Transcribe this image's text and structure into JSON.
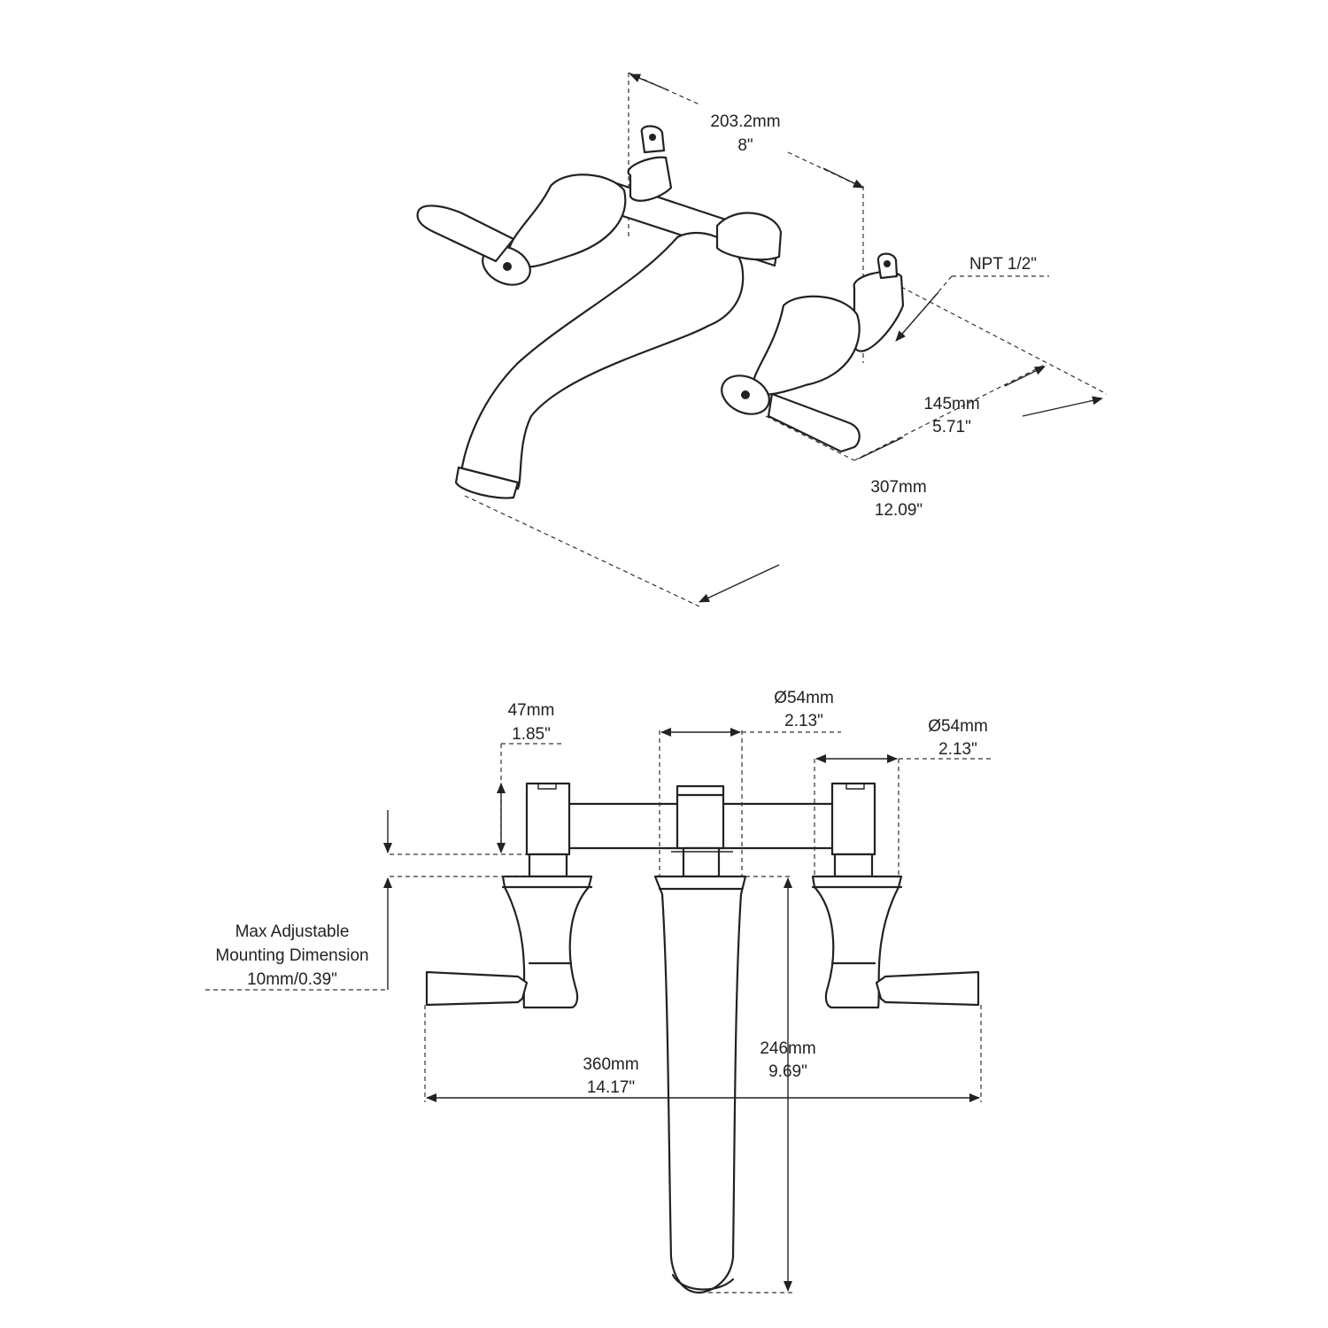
{
  "iso_view": {
    "spacing_mm": "203.2mm",
    "spacing_in": "8\"",
    "thread": "NPT 1/2\"",
    "depth_mm": "145mm",
    "depth_in": "5.71\"",
    "reach_mm": "307mm",
    "reach_in": "12.09\""
  },
  "front_view": {
    "rough_mm": "47mm",
    "rough_in": "1.85\"",
    "spout_dia_mm": "Ø54mm",
    "spout_dia_in": "2.13\"",
    "handle_dia_mm": "Ø54mm",
    "handle_dia_in": "2.13\"",
    "max_adjust_line1": "Max Adjustable",
    "max_adjust_line2": "Mounting Dimension",
    "max_adjust_line3": "10mm/0.39\"",
    "width_mm": "360mm",
    "width_in": "14.17\"",
    "height_mm": "246mm",
    "height_in": "9.69\""
  }
}
